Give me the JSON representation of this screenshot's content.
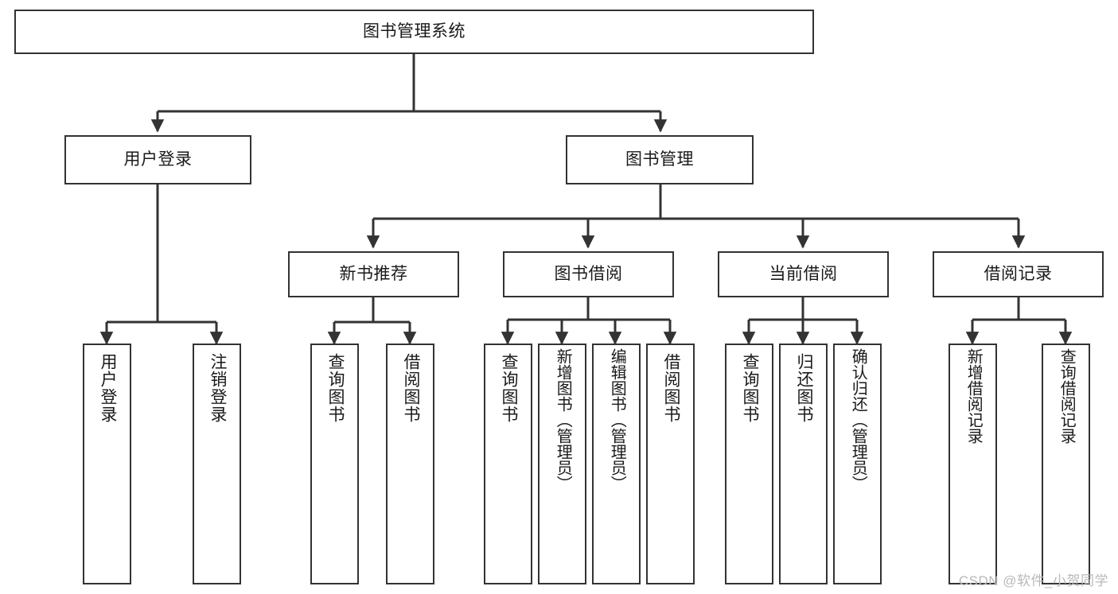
{
  "diagram": {
    "title": "图书管理系统",
    "type": "hierarchy-tree",
    "stroke_color": "#333333",
    "fill_color": "#ffffff",
    "text_color": "#1a1a1a"
  },
  "watermark": {
    "text": "CSDN @软件_小贺同学",
    "color": "#b9b9b9"
  },
  "nodes": {
    "root": {
      "label": "图书管理系统",
      "level": 1
    },
    "l2": [
      {
        "label": "用户登录",
        "level": 2
      },
      {
        "label": "图书管理",
        "level": 2
      }
    ],
    "l3": [
      {
        "label": "新书推荐",
        "level": 3
      },
      {
        "label": "图书借阅",
        "level": 3
      },
      {
        "label": "当前借阅",
        "level": 3
      },
      {
        "label": "借阅记录",
        "level": 3
      }
    ],
    "leaves": {
      "user_login": [
        {
          "label": "用户登录"
        },
        {
          "label": "注销登录"
        }
      ],
      "new_book": [
        {
          "label": "查询图书"
        },
        {
          "label": "借阅图书"
        }
      ],
      "book_borrow": [
        {
          "label": "查询图书"
        },
        {
          "label": "新增图书（管理员）"
        },
        {
          "label": "编辑图书（管理员）"
        },
        {
          "label": "借阅图书"
        }
      ],
      "current_borrow": [
        {
          "label": "查询图书"
        },
        {
          "label": "归还图书"
        },
        {
          "label": "确认归还（管理员）"
        }
      ],
      "borrow_record": [
        {
          "label": "新增借阅记录"
        },
        {
          "label": "查询借阅记录"
        }
      ]
    }
  }
}
